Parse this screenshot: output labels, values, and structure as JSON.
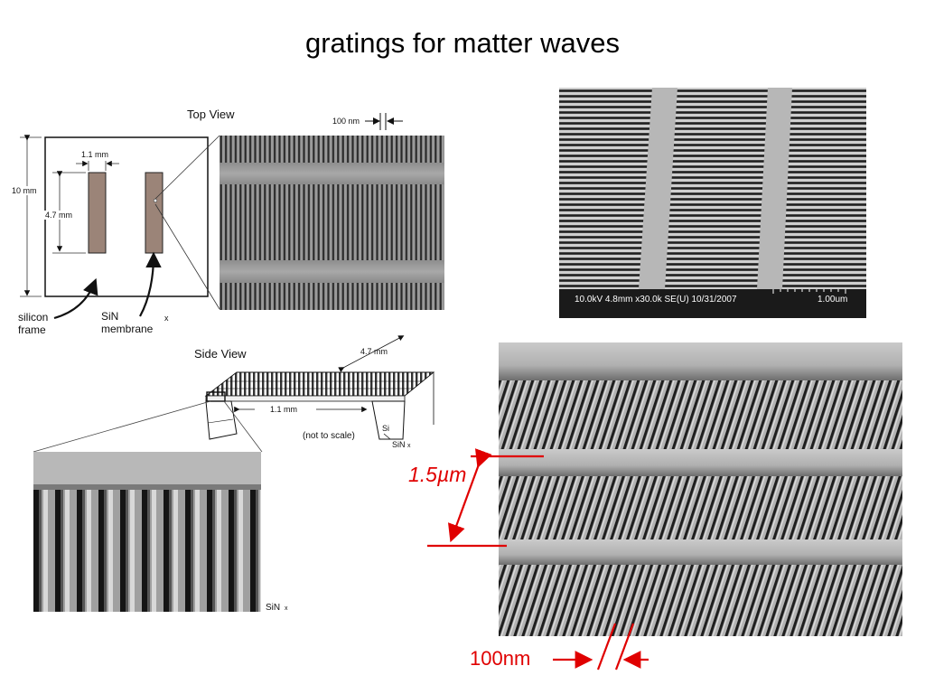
{
  "title": "gratings for matter waves",
  "top_view": {
    "heading": "Top View",
    "dim_width": "1.1 mm",
    "dim_height": "4.7 mm",
    "dim_frame": "10 mm",
    "scale_period": "100 nm",
    "label_frame": "silicon\nframe",
    "label_membrane": "SiN\nmembrane",
    "mark_x": "x"
  },
  "side_view": {
    "heading": "Side View",
    "dim_length": "4.7 mm",
    "dim_width": "1.1 mm",
    "note": "(not to scale)",
    "label_si": "Si",
    "label_sin": "SiN",
    "mark_x": "x"
  },
  "sem_image": {
    "caption": "10.0kV 4.8mm x30.0k SE(U) 10/31/2007",
    "scale": "1.00um"
  },
  "closeup": {
    "label_sin": "SiN",
    "mark_x": "x"
  },
  "annotations": {
    "pitch": "1.5µm",
    "gap": "100nm",
    "color": "#e00000"
  }
}
